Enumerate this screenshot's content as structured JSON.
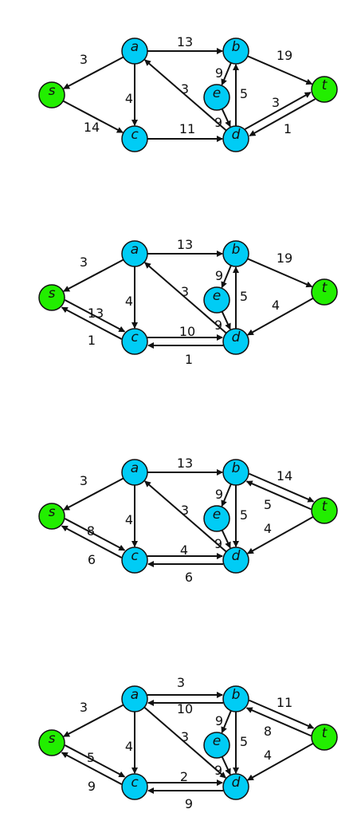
{
  "colors": {
    "source_sink": "#22ee00",
    "internal": "#00ccf5",
    "edge": "#111111"
  },
  "nodes": {
    "s": "s",
    "a": "a",
    "b": "b",
    "c": "c",
    "d": "d",
    "e": "e",
    "t": "t"
  },
  "graphs": [
    {
      "edges": [
        {
          "from": "a",
          "to": "s",
          "label": "3"
        },
        {
          "from": "a",
          "to": "b",
          "label": "13"
        },
        {
          "from": "a",
          "to": "c",
          "label": "4"
        },
        {
          "from": "s",
          "to": "c",
          "label": "14"
        },
        {
          "from": "c",
          "to": "d",
          "label": "11"
        },
        {
          "from": "d",
          "to": "a",
          "label": "3"
        },
        {
          "from": "b",
          "to": "e",
          "label": "9"
        },
        {
          "from": "e",
          "to": "d",
          "label": "9"
        },
        {
          "from": "d",
          "to": "b",
          "label": "5"
        },
        {
          "from": "b",
          "to": "t",
          "label": "19"
        },
        {
          "from": "t",
          "to": "d",
          "label": "3"
        },
        {
          "from": "d",
          "to": "t",
          "label": "1"
        }
      ]
    },
    {
      "edges": [
        {
          "from": "a",
          "to": "s",
          "label": "3"
        },
        {
          "from": "a",
          "to": "b",
          "label": "13"
        },
        {
          "from": "a",
          "to": "c",
          "label": "4"
        },
        {
          "from": "s",
          "to": "c",
          "label": "13"
        },
        {
          "from": "c",
          "to": "s",
          "label": "1"
        },
        {
          "from": "c",
          "to": "d",
          "label": "10"
        },
        {
          "from": "d",
          "to": "c",
          "label": "1"
        },
        {
          "from": "d",
          "to": "a",
          "label": "3"
        },
        {
          "from": "b",
          "to": "e",
          "label": "9"
        },
        {
          "from": "e",
          "to": "d",
          "label": "9"
        },
        {
          "from": "d",
          "to": "b",
          "label": "5"
        },
        {
          "from": "b",
          "to": "t",
          "label": "19"
        },
        {
          "from": "t",
          "to": "d",
          "label": "4"
        }
      ]
    },
    {
      "edges": [
        {
          "from": "a",
          "to": "s",
          "label": "3"
        },
        {
          "from": "a",
          "to": "b",
          "label": "13"
        },
        {
          "from": "a",
          "to": "c",
          "label": "4"
        },
        {
          "from": "s",
          "to": "c",
          "label": "8"
        },
        {
          "from": "c",
          "to": "s",
          "label": "6"
        },
        {
          "from": "c",
          "to": "d",
          "label": "4"
        },
        {
          "from": "d",
          "to": "c",
          "label": "6"
        },
        {
          "from": "d",
          "to": "a",
          "label": "3"
        },
        {
          "from": "b",
          "to": "e",
          "label": "9"
        },
        {
          "from": "e",
          "to": "d",
          "label": "9"
        },
        {
          "from": "b",
          "to": "d",
          "label": "5"
        },
        {
          "from": "b",
          "to": "t",
          "label": "14"
        },
        {
          "from": "t",
          "to": "b",
          "label": "5"
        },
        {
          "from": "t",
          "to": "d",
          "label": "4"
        }
      ]
    },
    {
      "edges": [
        {
          "from": "a",
          "to": "s",
          "label": "3"
        },
        {
          "from": "b",
          "to": "a",
          "label": "3"
        },
        {
          "from": "a",
          "to": "b",
          "label": "10"
        },
        {
          "from": "a",
          "to": "c",
          "label": "4"
        },
        {
          "from": "a",
          "to": "d",
          "label": "3"
        },
        {
          "from": "s",
          "to": "c",
          "label": "5"
        },
        {
          "from": "c",
          "to": "s",
          "label": "9"
        },
        {
          "from": "c",
          "to": "d",
          "label": "2"
        },
        {
          "from": "d",
          "to": "c",
          "label": "9"
        },
        {
          "from": "b",
          "to": "e",
          "label": "9"
        },
        {
          "from": "e",
          "to": "d",
          "label": "9"
        },
        {
          "from": "b",
          "to": "d",
          "label": "5"
        },
        {
          "from": "b",
          "to": "t",
          "label": "11"
        },
        {
          "from": "t",
          "to": "b",
          "label": "8"
        },
        {
          "from": "t",
          "to": "d",
          "label": "4"
        }
      ]
    }
  ]
}
